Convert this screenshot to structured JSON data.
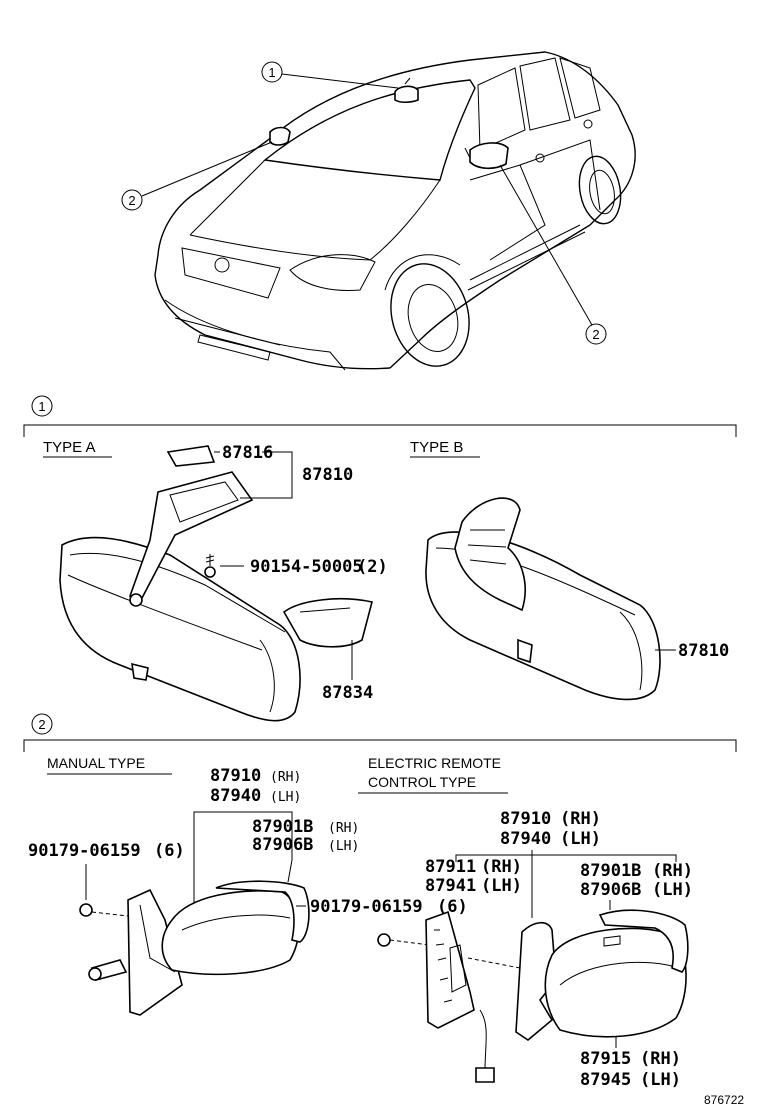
{
  "callout_numbers": [
    "1",
    "2"
  ],
  "section_1": {
    "type_a_label": "TYPE A",
    "type_b_label": "TYPE B",
    "parts": {
      "p87816": "87816",
      "p87810_a": "87810",
      "p90154": "90154-50005",
      "p90154_qty": "(2)",
      "p87834": "87834",
      "p87810_b": "87810"
    }
  },
  "section_2": {
    "manual_label": "MANUAL TYPE",
    "electric_label_line1": "ELECTRIC REMOTE",
    "electric_label_line2": "CONTROL TYPE",
    "manual": {
      "p87910": "87910",
      "p87910_side": "(RH)",
      "p87940": "87940",
      "p87940_side": "(LH)",
      "p87901b": "87901B",
      "p87901b_side": "(RH)",
      "p87906b": "87906B",
      "p87906b_side": "(LH)",
      "p90179": "90179-06159",
      "p90179_qty": "(6)"
    },
    "electric": {
      "p87910": "87910",
      "p87910_side": "(RH)",
      "p87940": "87940",
      "p87940_side": "(LH)",
      "p87911": "87911",
      "p87911_side": "(RH)",
      "p87941": "87941",
      "p87941_side": "(LH)",
      "p87901b": "87901B",
      "p87901b_side": "(RH)",
      "p87906b": "87906B",
      "p87906b_side": "(LH)",
      "p90179": "90179-06159",
      "p90179_qty": "(6)",
      "p87915": "87915",
      "p87915_side": "(RH)",
      "p87945": "87945",
      "p87945_side": "(LH)"
    }
  },
  "diagram_code": "876722"
}
